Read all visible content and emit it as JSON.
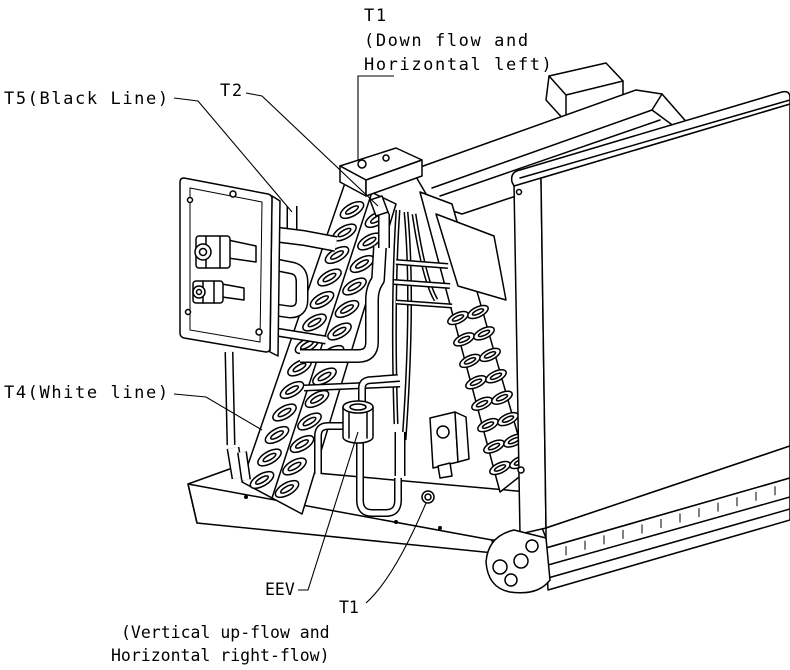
{
  "labels": {
    "t1_top": "T1",
    "t1_top_line1": "(Down flow and",
    "t1_top_line2": "Horizontal left)",
    "t5": "T5(Black Line)",
    "t2": "T2",
    "t4": "T4(White line)",
    "eev": "EEV",
    "t1_bottom": "T1",
    "t1_bottom_line1": "(Vertical up-flow and",
    "t1_bottom_line2": "Horizontal right-flow)"
  },
  "colors": {
    "line": "#000000",
    "background": "#ffffff"
  }
}
